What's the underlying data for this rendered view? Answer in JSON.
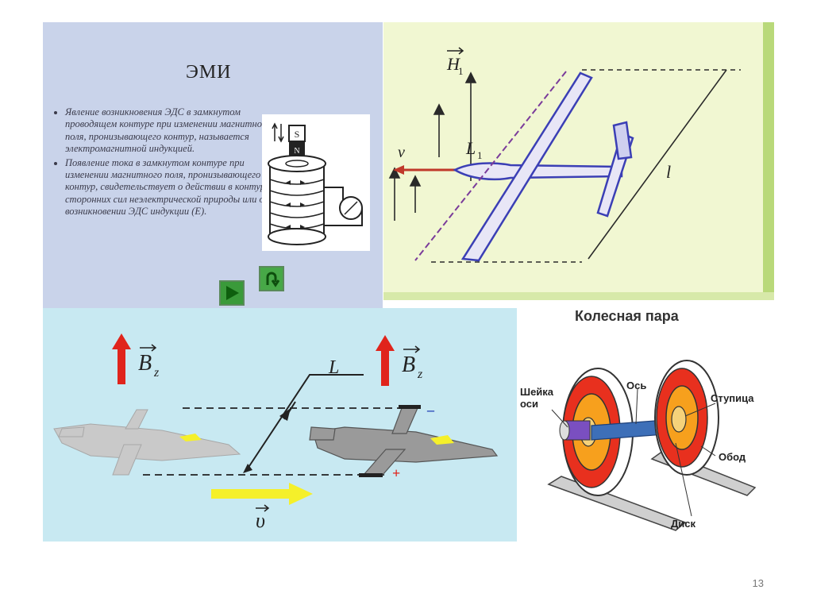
{
  "panel_emi": {
    "title": "ЭМИ",
    "bullets": [
      "Явление возникновения ЭДС в замкнутом проводящем контуре при изменении магнитного поля, пронизывающего контур, называется электромагнитной индукцией.",
      "Появление тока в замкнутом контуре при изменении магнитного поля, пронизывающего контур, свидетельствует о действии в контуре сторонних сил неэлектрической природы или о возникновении ЭДС индукции (Е)."
    ],
    "magnet_s": "S",
    "magnet_n": "N"
  },
  "panel_plane_top": {
    "label_H": "H",
    "label_H_sub": "1",
    "label_v": "v",
    "label_L": "L",
    "label_L_sub": "1",
    "label_l": "l"
  },
  "panel_plane_side": {
    "label_Bz_left": "B",
    "label_Bz_right": "B",
    "label_sub": "z",
    "label_L": "L",
    "label_v": "υ",
    "minus": "–",
    "plus": "+"
  },
  "panel_wheelset": {
    "title": "Колесная пара",
    "labels": {
      "journal": "Шейка\nоси",
      "axle": "Ось",
      "hub": "Ступица",
      "rim": "Обод",
      "disc": "Диск"
    }
  },
  "slide_number": "13",
  "colors": {
    "emi_bg": "#c9d3ea",
    "plane_top_bg": "#f1f7d2",
    "plane_side_bg": "#c8e9f2",
    "arrow_red": "#e0241c",
    "arrow_yellow": "#f5f02a",
    "wheel_red": "#e8301e",
    "wheel_orange": "#f7a01d",
    "axle_blue": "#3d6fb8"
  }
}
